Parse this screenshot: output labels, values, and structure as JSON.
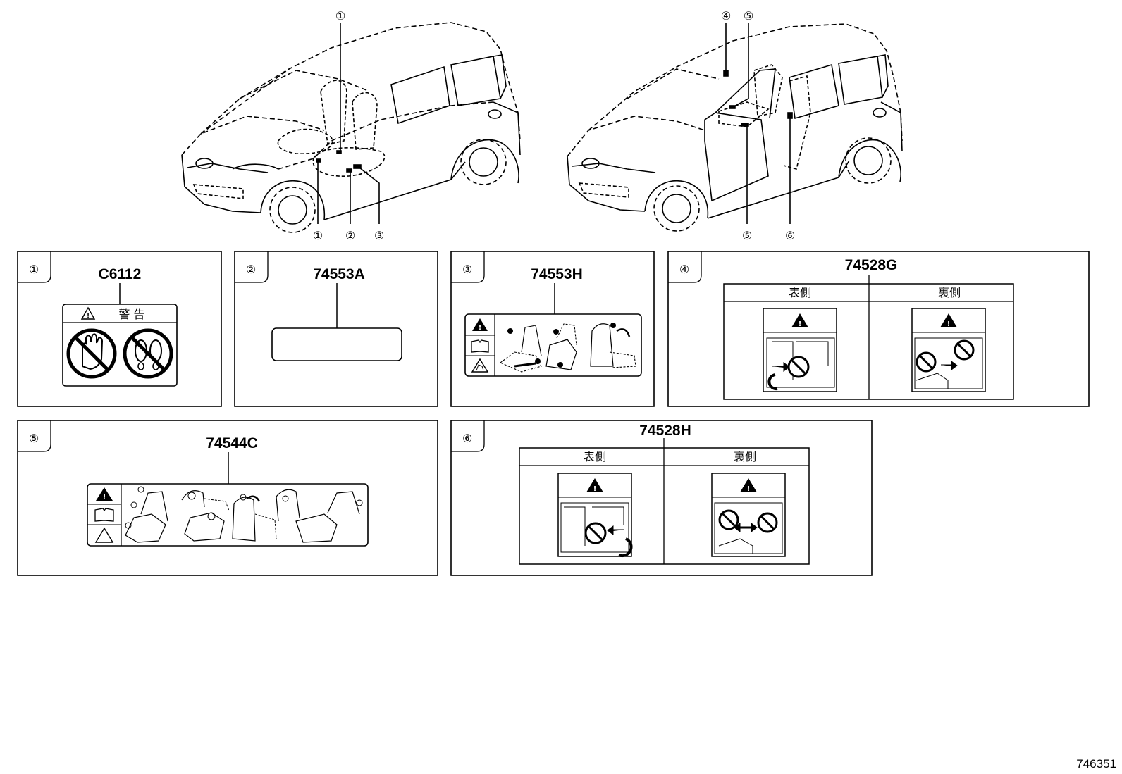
{
  "callouts": {
    "c1": "①",
    "c2": "②",
    "c3": "③",
    "c4": "④",
    "c5": "⑤",
    "c6": "⑥"
  },
  "panels": [
    {
      "number": "①",
      "part_no": "C6112",
      "label_heading": "警 告"
    },
    {
      "number": "②",
      "part_no": "74553A"
    },
    {
      "number": "③",
      "part_no": "74553H"
    },
    {
      "number": "④",
      "part_no": "74528G",
      "front_label": "表側",
      "back_label": "裏側"
    },
    {
      "number": "⑤",
      "part_no": "74544C"
    },
    {
      "number": "⑥",
      "part_no": "74528H",
      "front_label": "表側",
      "back_label": "裏側"
    }
  ],
  "footer": {
    "drawing_id": "746351"
  }
}
